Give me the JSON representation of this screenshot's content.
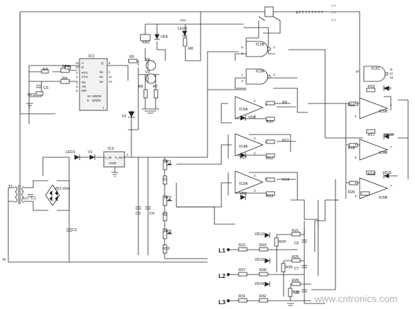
{
  "relay_note": "K? ? ? ? ? ? ? ?",
  "watermark": "www.cntronics.com",
  "power": {
    "transformer": "T1",
    "rectifier": "VD1-VD4",
    "secondary": "21V",
    "neutral": "N",
    "filter_caps": [
      "C1",
      "C2"
    ]
  },
  "regulator": {
    "name": "IC3",
    "pin_in": "V_IN",
    "pin_out": "V_OUT",
    "pin_gnd": "GND",
    "pin_num": "3"
  },
  "timer": {
    "name": "IC1",
    "pin_names": [
      "A",
      "B",
      "RTC",
      "CTC",
      "RS",
      "AR",
      "MR",
      "MODE",
      "Q/QSL",
      "Q",
      "Nc",
      "Nc",
      "Nc"
    ],
    "pin_numbers": [
      "12",
      "13",
      "2",
      "3",
      "1",
      "5",
      "6",
      "10",
      "9",
      "8",
      "4",
      "11",
      "14",
      "7"
    ]
  },
  "gates": [
    {
      "name": "IC2A",
      "pins": [
        "1",
        "2",
        "3"
      ]
    },
    {
      "name": "IC2B",
      "pins": [
        "5",
        "6",
        "4"
      ]
    },
    {
      "name": "IC2C",
      "pins": [
        "10",
        "11",
        "12",
        "13"
      ]
    }
  ],
  "comparators": [
    {
      "name": "IC5A",
      "pins": [
        "2",
        "3",
        "1"
      ]
    },
    {
      "name": "IC4A",
      "pins": [
        "2",
        "3",
        "1"
      ]
    },
    {
      "name": "IC5A",
      "pins": [
        "2",
        "3",
        "1"
      ]
    },
    {
      "name": "IC5B",
      "pins": [
        "6",
        "5",
        "7"
      ]
    },
    {
      "name": "IC4B",
      "pins": [
        "6",
        "5",
        "7"
      ]
    },
    {
      "name": "IC6B",
      "pins": [
        "6",
        "5",
        "7"
      ]
    }
  ],
  "transistors": [
    "V4",
    "V3",
    "V2",
    "V1"
  ],
  "relay": "KA1",
  "leds": [
    "LED1",
    "LED2"
  ],
  "supply": "VCC",
  "diodes": [
    "VD5",
    "VD6",
    "VD7",
    "VD8",
    "VD9",
    "VD10",
    "VD11",
    "VD12",
    "VD13",
    "VD14"
  ],
  "resistors": [
    "R1",
    "R2",
    "R3",
    "R4",
    "R5",
    "R6",
    "R7",
    "R8",
    "R9",
    "R10",
    "R11",
    "R12",
    "R13",
    "R14",
    "R15",
    "R16",
    "R17",
    "R18",
    "R19",
    "R20",
    "R21",
    "R22",
    "R23",
    "R24",
    "R25",
    "R26",
    "R27",
    "R28",
    "R29",
    "R30",
    "R31",
    "R32",
    "R33"
  ],
  "pots": [
    "RP1",
    "RP2",
    "RP3",
    "RP4",
    "RP5"
  ],
  "caps": [
    "C3",
    "C4",
    "C5",
    "C6",
    "C7",
    "C8"
  ],
  "lines": [
    "L1",
    "L2",
    "L3"
  ],
  "switch_marks": [
    "? ?",
    "? ?",
    "? ?"
  ]
}
